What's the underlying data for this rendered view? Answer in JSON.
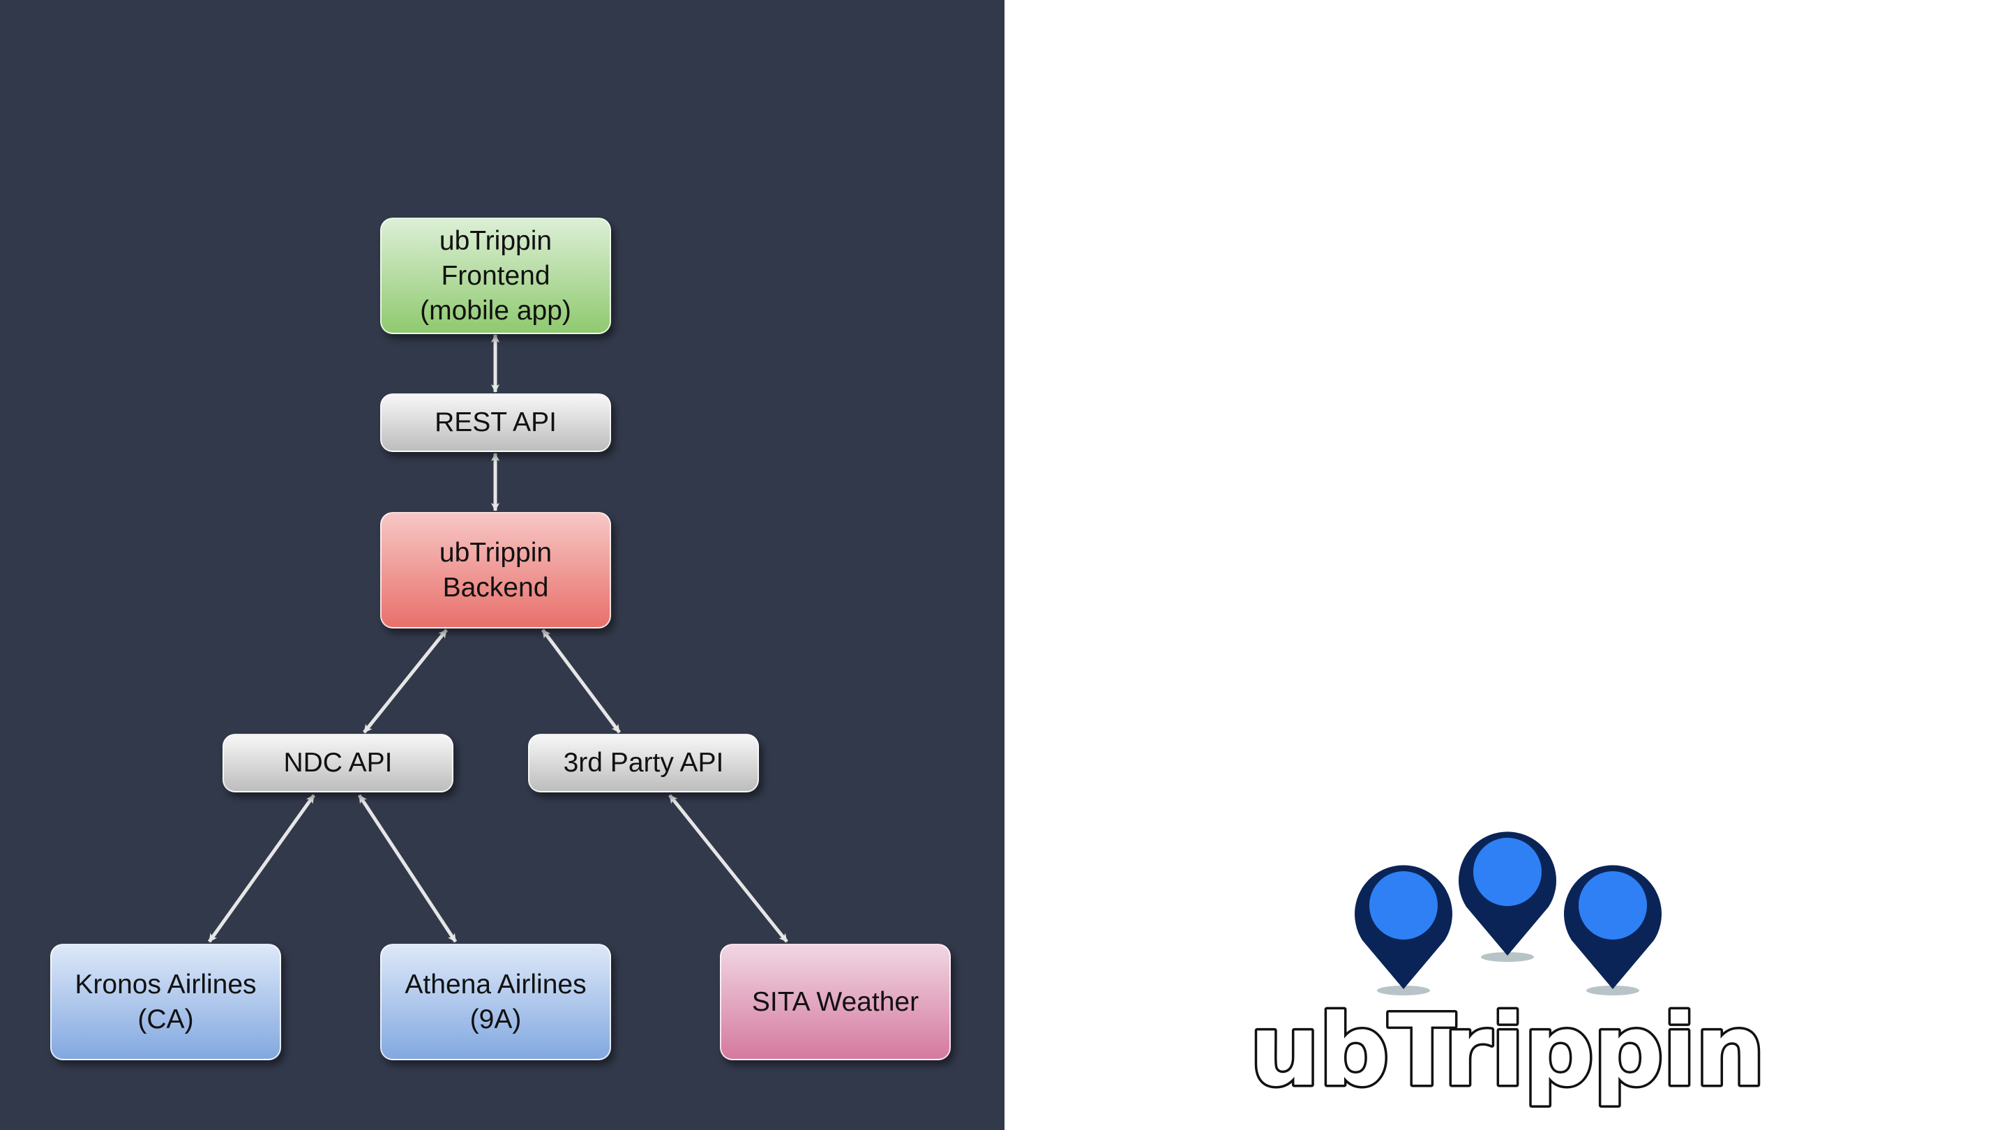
{
  "diagram": {
    "nodes": {
      "frontend": "ubTrippin\nFrontend\n(mobile app)",
      "rest_api": "REST API",
      "backend": "ubTrippin\nBackend",
      "ndc_api": "NDC API",
      "third_party_api": "3rd Party API",
      "kronos": "Kronos Airlines\n(CA)",
      "athena": "Athena Airlines\n(9A)",
      "sita": "SITA Weather"
    },
    "edges": [
      {
        "from": "frontend",
        "to": "rest_api",
        "direction": "both"
      },
      {
        "from": "rest_api",
        "to": "backend",
        "direction": "both"
      },
      {
        "from": "backend",
        "to": "ndc_api",
        "direction": "both"
      },
      {
        "from": "backend",
        "to": "third_party_api",
        "direction": "both"
      },
      {
        "from": "ndc_api",
        "to": "kronos",
        "direction": "both"
      },
      {
        "from": "ndc_api",
        "to": "athena",
        "direction": "both"
      },
      {
        "from": "third_party_api",
        "to": "sita",
        "direction": "both"
      }
    ]
  },
  "logo": {
    "text": "ubTrippin",
    "icon": "map-pins-icon",
    "pin_color": "#0b2457",
    "pin_center_color": "#2f80f5",
    "shadow_color": "#b7c3c7"
  },
  "colors": {
    "left_background": "#32394b",
    "right_background": "#ffffff",
    "connector": "#e6e6e6"
  }
}
